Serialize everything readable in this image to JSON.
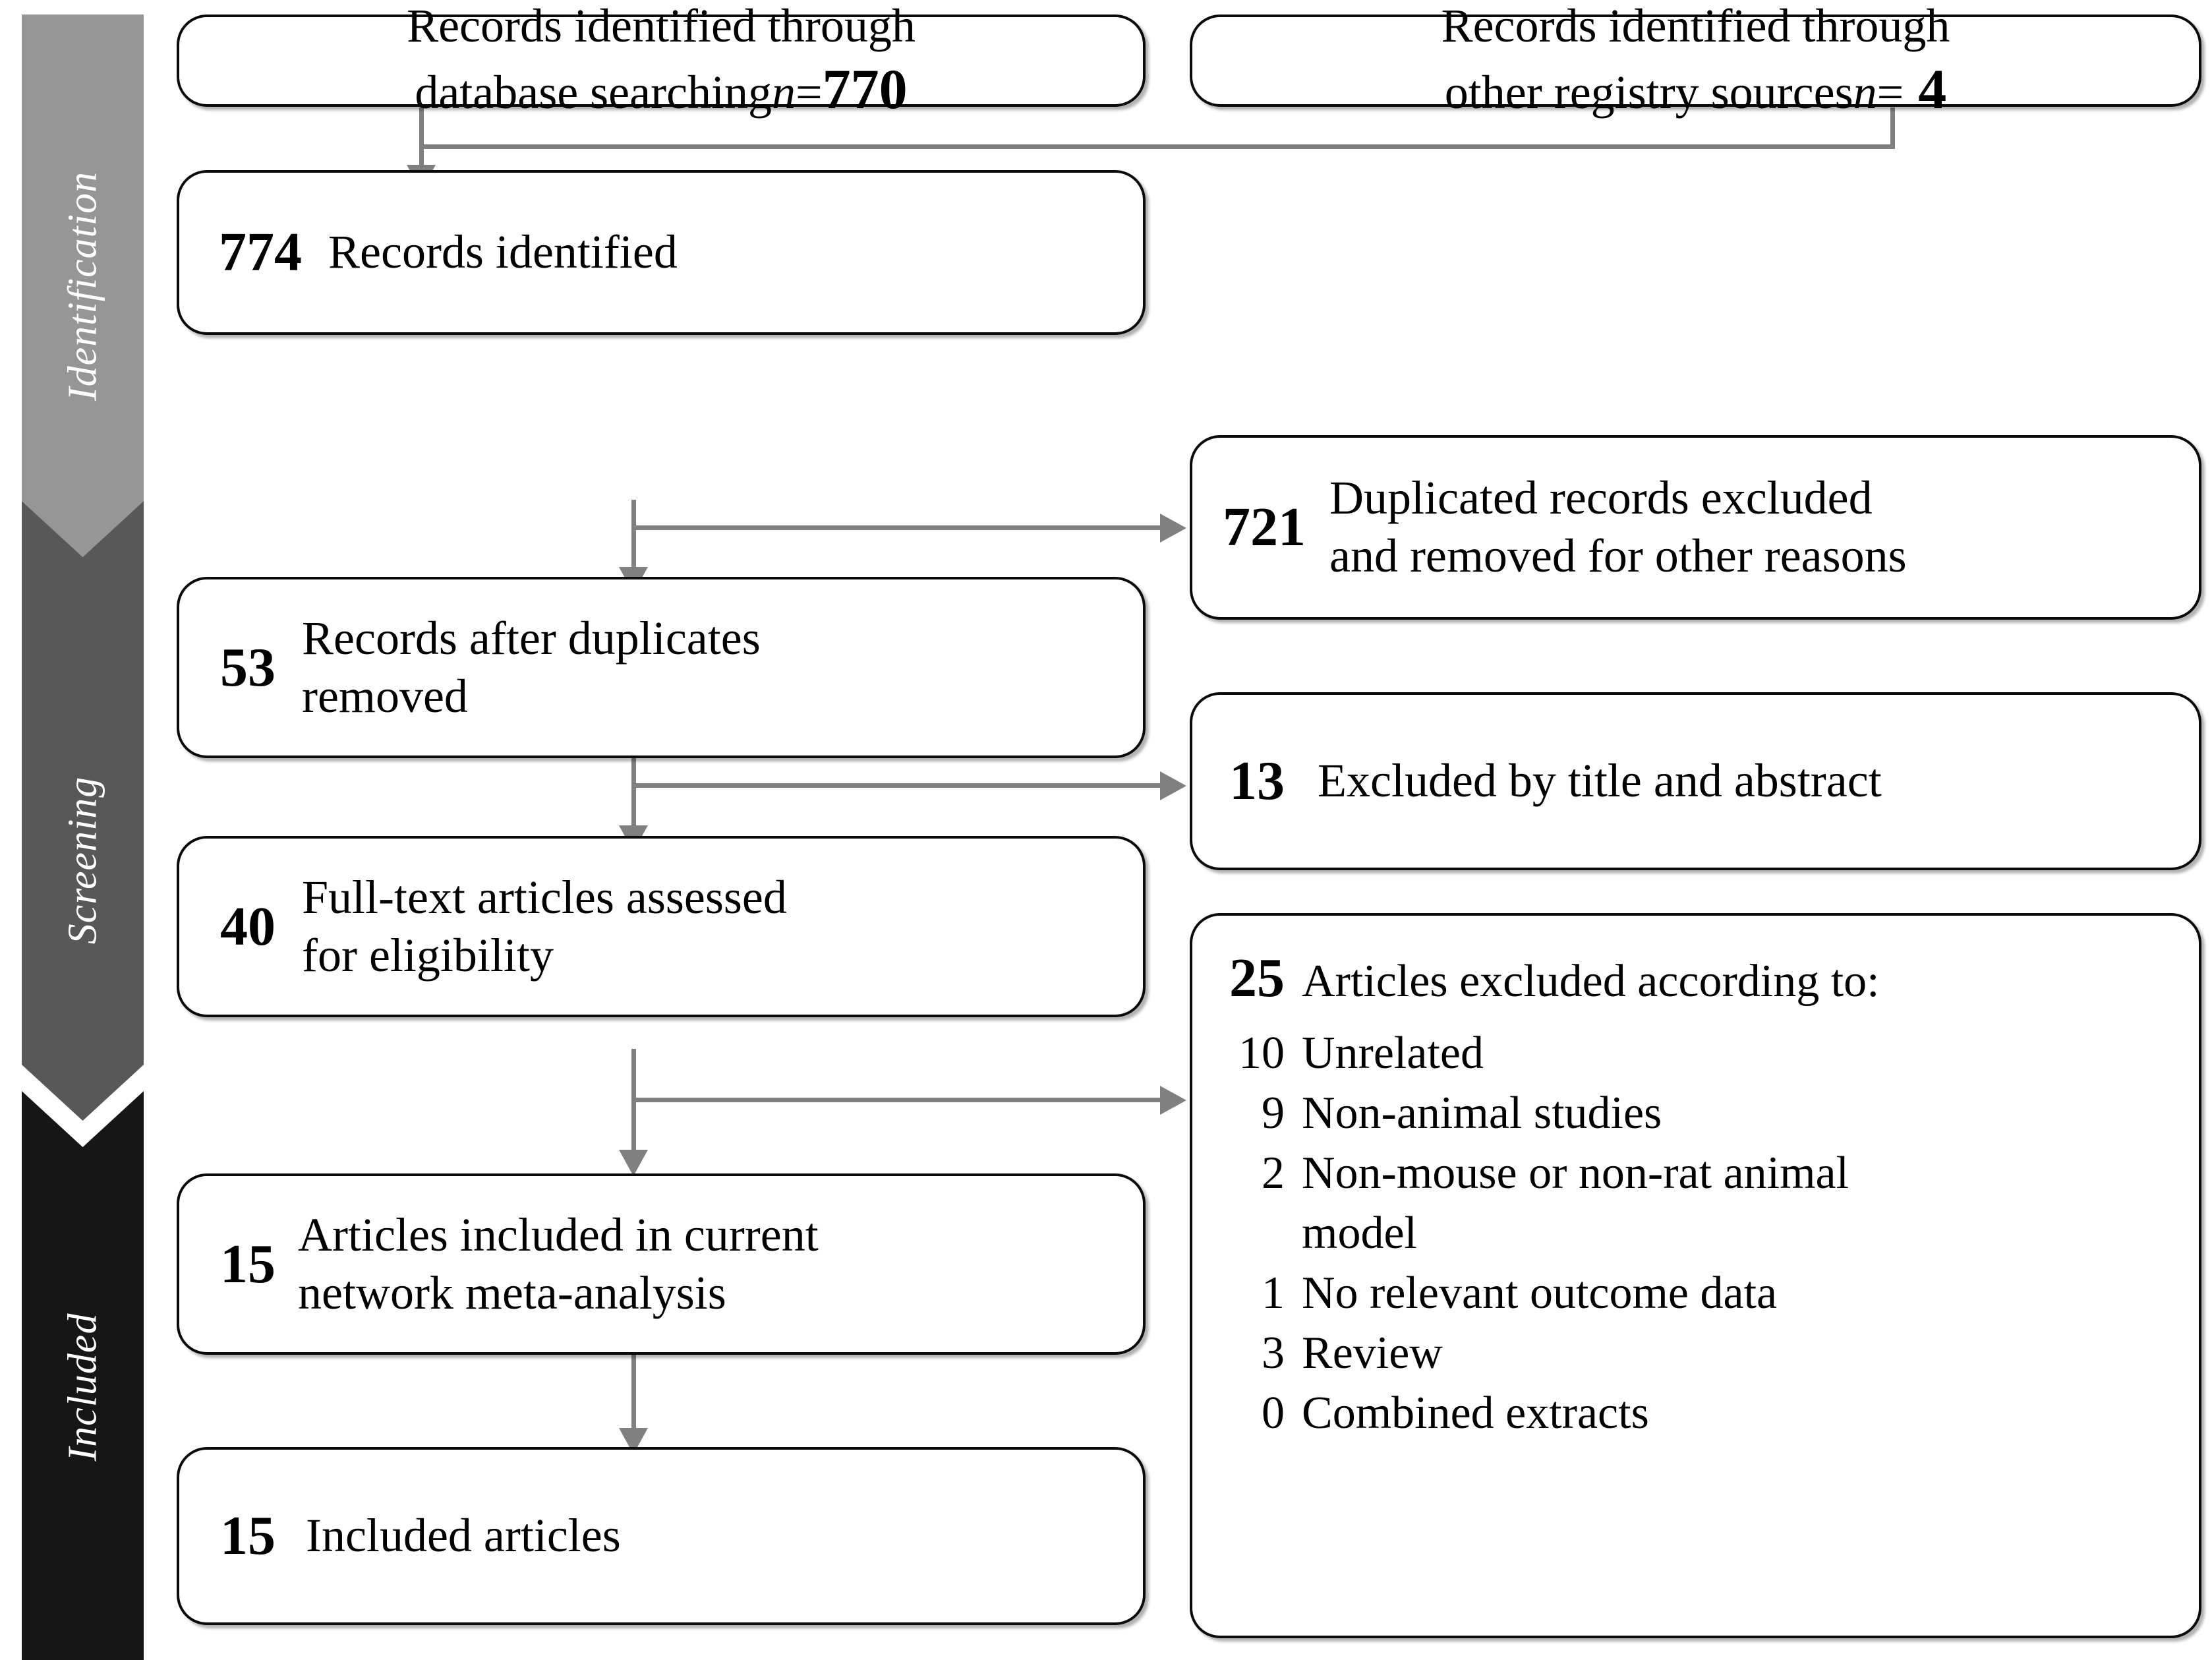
{
  "sidebar": {
    "bands": [
      {
        "label": "Identification",
        "color": "#969696"
      },
      {
        "label": "Screening",
        "color": "#585858"
      },
      {
        "label": "Included",
        "color": "#161616"
      }
    ]
  },
  "boxes": {
    "db_search": {
      "line1": "Records identified through",
      "line2_a": "database searching ",
      "line2_n": "n",
      "line2_eq": " = ",
      "value": "770"
    },
    "registry": {
      "line1": "Records identified through",
      "line2_a": "other registry sources ",
      "line2_n": "n",
      "line2_eq": " = ",
      "value": "4"
    },
    "identified": {
      "value": "774",
      "label": "Records identified"
    },
    "duplicates_excluded": {
      "value": "721",
      "line1": "Duplicated records excluded",
      "line2": "and removed for other reasons"
    },
    "after_dupes": {
      "value": "53",
      "line1": "Records after duplicates",
      "line2": "removed"
    },
    "excluded_title_abstract": {
      "value": "13",
      "label": "Excluded by title and abstract"
    },
    "fulltext": {
      "value": "40",
      "line1": "Full-text articles assessed",
      "line2": "for eligibility"
    },
    "articles_excluded": {
      "value": "25",
      "header": "Articles excluded according to:",
      "reasons": [
        {
          "n": "10",
          "text": "Unrelated"
        },
        {
          "n": "9",
          "text": "Non-animal studies"
        },
        {
          "n": "2",
          "text": "Non-mouse or non-rat animal"
        },
        {
          "n": "",
          "text": "model"
        },
        {
          "n": "1",
          "text": "No relevant outcome data"
        },
        {
          "n": "3",
          "text": "Review"
        },
        {
          "n": "0",
          "text": "Combined extracts"
        }
      ]
    },
    "included_nma": {
      "value": "15",
      "line1": "Articles included in current",
      "line2": "network meta-analysis"
    },
    "included_articles": {
      "value": "15",
      "label": "Included articles"
    }
  },
  "colors": {
    "connector": "#808080",
    "box_border": "#0a0a0a",
    "band_identification": "#969696",
    "band_screening": "#585858",
    "band_included": "#161616"
  }
}
